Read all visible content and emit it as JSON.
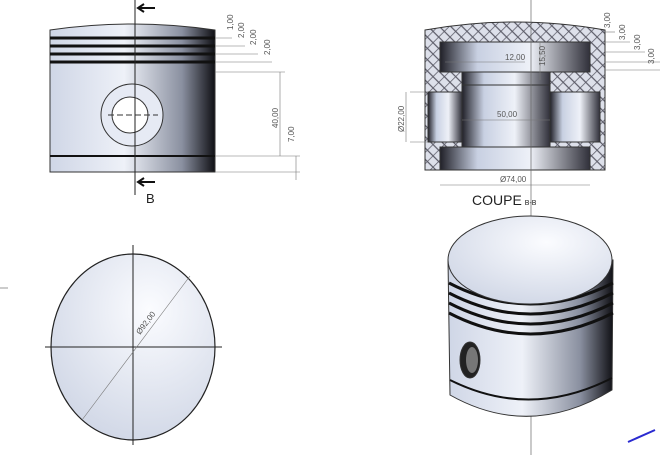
{
  "front_view": {
    "section_label": "B",
    "dimensions": [
      "1,00",
      "2,00",
      "2,00",
      "2,00",
      "40,00",
      "7,00"
    ]
  },
  "section_view": {
    "title": "COUPE",
    "title_suffix": "B-B",
    "dimensions": {
      "ring_grooves": [
        "3,00",
        "3,00",
        "3,00",
        "3,00"
      ],
      "wall": "12,00",
      "crown_depth": "15,50",
      "pin_bore": "Ø22,00",
      "inner_width": "50,00",
      "inner_diameter": "Ø74,00"
    }
  },
  "top_view": {
    "diameter": "Ø92,00"
  },
  "colors": {
    "metal_light": "#e8ecf5",
    "metal_dark": "#1a1a22",
    "line": "#222222",
    "hatch": "#5a5a66",
    "accent_mark": "#2a2ad0"
  }
}
